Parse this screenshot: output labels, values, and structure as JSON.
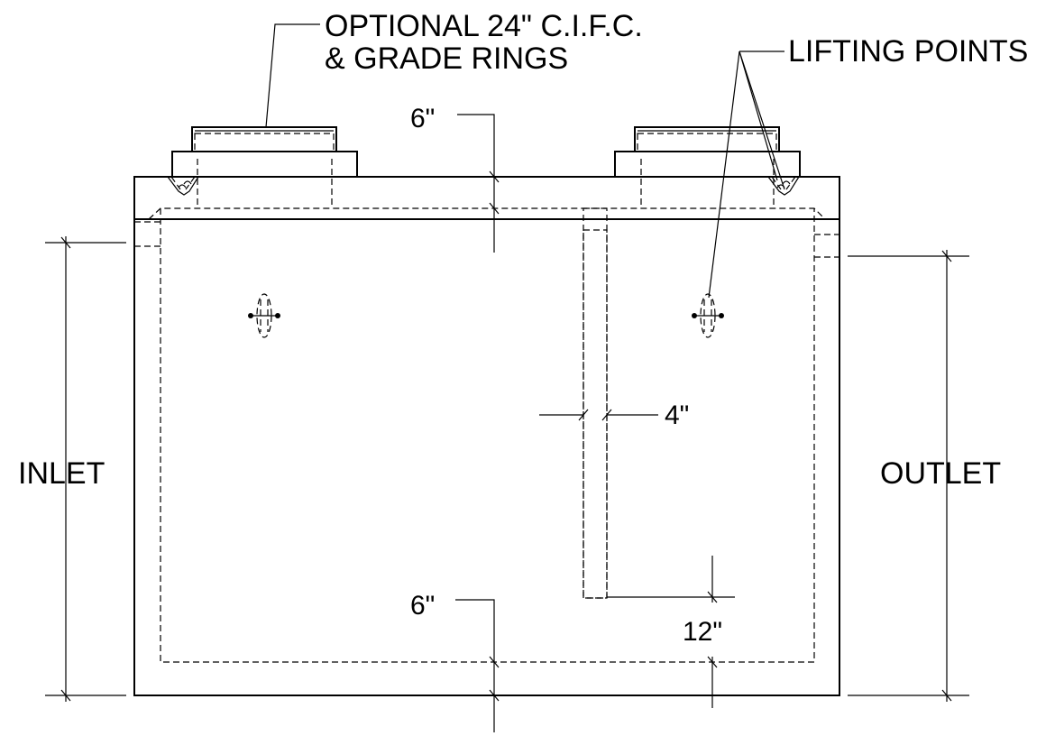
{
  "labels": {
    "callout_top": "OPTIONAL 24\" C.I.F.C.",
    "callout_top2": "& GRADE RINGS",
    "lifting_points": "LIFTING POINTS",
    "inlet": "INLET",
    "outlet": "OUTLET",
    "dim_top": "6\"",
    "dim_wall": "4\"",
    "dim_bottom": "6\"",
    "dim_baffle_gap": "12\""
  }
}
